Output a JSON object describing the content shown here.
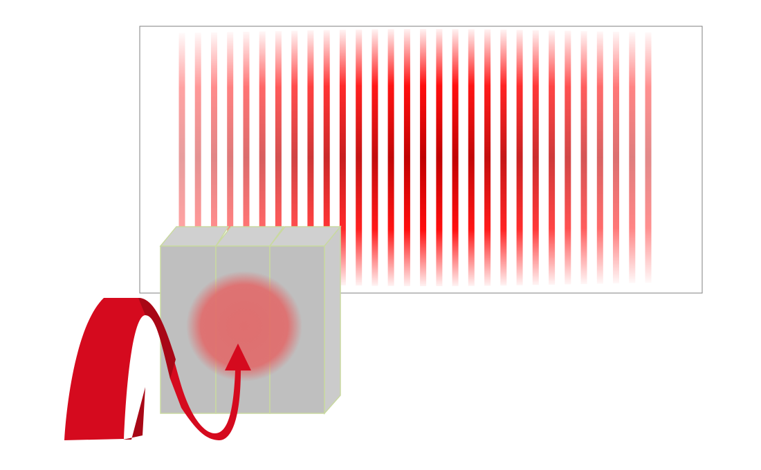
{
  "diagram": {
    "screen": {
      "border_color": "#7f7f7f",
      "background": "#ffffff"
    },
    "fringe_pattern": {
      "fringe_count": 30,
      "color_bright": "#ff0000",
      "color_dark": "#c00000",
      "envelope": "gaussian"
    },
    "grating_blocks": {
      "count": 3,
      "face_color": "#bfbfbf",
      "top_color": "#d0d0d0",
      "side_color": "#cbcbcb",
      "edge_color": "#c9d9a0"
    },
    "beam_spot": {
      "color": "#e26868",
      "icon": "glowing-circle"
    },
    "input_beam": {
      "color": "#d50a1e",
      "shadow_color": "#a80716",
      "icon": "curved-arrow"
    }
  }
}
